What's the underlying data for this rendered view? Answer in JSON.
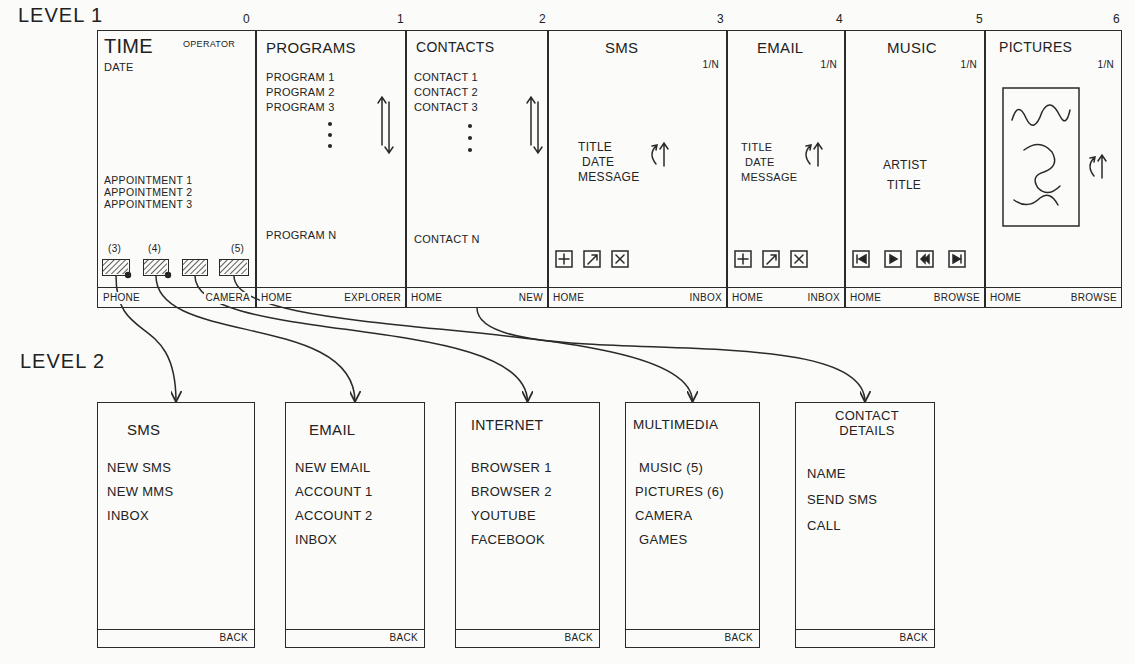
{
  "diagram": {
    "nodes": [
      {
        "text": [
          "TIME",
          "OPERATOR",
          "DATE",
          "APPOINTMENT 1",
          "APPOINTMENT 2",
          "APPOINTMENT 3",
          "PHONE",
          "CAMERA"
        ]
      },
      {
        "text": [
          "(3)"
        ],
        "in": 0
      },
      {
        "text": [
          "(4)"
        ],
        "in": 0
      },
      {
        "text": [],
        "in": 0
      },
      {
        "text": [
          "(5)"
        ],
        "in": 0
      },
      {
        "text": [
          "PROGRAMS",
          "PROGRAM 1",
          "PROGRAM 2",
          "PROGRAM 3",
          "PROGRAM N",
          "HOME",
          "EXPLORER"
        ]
      },
      {
        "text": [
          "CONTACTS",
          "CONTACT 1",
          "CONTACT 2",
          "CONTACT 3",
          "CONTACT N",
          "HOME",
          "NEW"
        ]
      },
      {
        "text": [
          "SMS",
          "1/N",
          "TITLE",
          "DATE",
          "MESSAGE",
          "HOME",
          "INBOX"
        ]
      },
      {
        "text": [
          "EMAIL",
          "1/N",
          "TITLE",
          "DATE",
          "MESSAGE",
          "HOME",
          "INBOX"
        ]
      },
      {
        "text": [
          "MUSIC",
          "1/N",
          "ARTIST",
          "TITLE",
          "HOME",
          "BROWSE"
        ]
      },
      {
        "text": [
          "PICTURES",
          "1/N",
          "HOME",
          "BROWSE"
        ]
      },
      {
        "text": [
          "SMS",
          "NEW SMS",
          "NEW MMS",
          "INBOX",
          "BACK"
        ]
      },
      {
        "text": [
          "EMAIL",
          "NEW EMAIL",
          "ACCOUNT 1",
          "ACCOUNT 2",
          "INBOX",
          "BACK"
        ]
      },
      {
        "text": [
          "INTERNET",
          "BROWSER 1",
          "BROWSER 2",
          "YOUTUBE",
          "FACEBOOK",
          "BACK"
        ]
      },
      {
        "text": [
          "MULTIMEDIA",
          "MUSIC (5)",
          "PICTURES (6)",
          "CAMERA",
          "GAMES",
          "BACK"
        ]
      },
      {
        "text": [
          "CONTACT DETAILS",
          "NAME",
          "SEND SMS",
          "CALL",
          "BACK"
        ]
      }
    ],
    "edges": [
      {
        "from": 1,
        "to": 11,
        "arrow": "to"
      },
      {
        "from": 2,
        "to": 12,
        "arrow": "to"
      },
      {
        "from": 3,
        "to": 13,
        "arrow": "to"
      },
      {
        "from": 4,
        "to": 14,
        "arrow": "to"
      },
      {
        "from": 6,
        "to": 15,
        "arrow": "to"
      }
    ],
    "labels": [
      "LEVEL 1",
      "LEVEL 2",
      "0",
      "1",
      "2",
      "3",
      "4",
      "5",
      "6"
    ]
  }
}
